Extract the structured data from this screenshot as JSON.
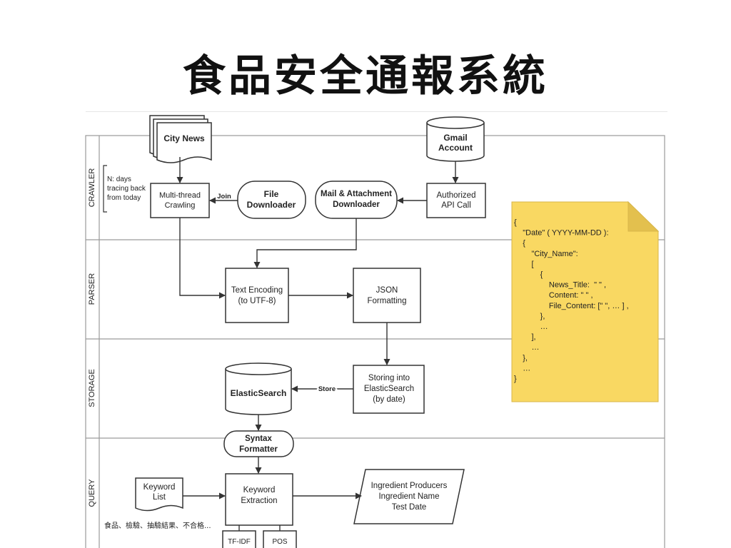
{
  "title": "食品安全通報系統",
  "lanes": [
    "CRAWLER",
    "PARSER",
    "STORAGE",
    "QUERY"
  ],
  "nodes": {
    "city_news": "City News",
    "gmail": [
      "Gmail",
      "Account"
    ],
    "n_days": [
      "N: days",
      "tracing back",
      "from today"
    ],
    "multithread": [
      "Multi-thread",
      "Crawling"
    ],
    "file_downloader": [
      "File",
      "Downloader"
    ],
    "mail_downloader": [
      "Mail & Attachment",
      "Downloader"
    ],
    "api_call": [
      "Authorized",
      "API Call"
    ],
    "text_encoding": [
      "Text Encoding",
      "(to UTF-8)"
    ],
    "json_formatting": [
      "JSON",
      "Formatting"
    ],
    "elasticsearch": "ElasticSearch",
    "storing": [
      "Storing into",
      "ElasticSearch",
      "(by date)"
    ],
    "syntax_formatter": [
      "Syntax",
      "Formatter"
    ],
    "keyword_list": [
      "Keyword",
      "List"
    ],
    "keyword_extraction": [
      "Keyword",
      "Extraction"
    ],
    "output": [
      "Ingredient Producers",
      "Ingredient Name",
      "Test Date"
    ],
    "keywords_note": "食品、檢驗、抽驗結果、不合格...",
    "tfidf": "TF-IDF",
    "pos": "POS"
  },
  "edge_labels": {
    "join": "Join",
    "store": "Store"
  },
  "json_note": [
    "{",
    "    \"Date\" ( YYYY-MM-DD ):",
    "    {",
    "        \"City_Name\":",
    "        [",
    "            {",
    "                News_Title:  \" \" ,",
    "                Content: \" \" ,",
    "                File_Content: [\" \", … ] ,",
    "            },",
    "            …",
    "        ],",
    "        …",
    "    },",
    "    …",
    "}"
  ],
  "colors": {
    "note_fill": "#f9d862",
    "note_fold": "#e3c04e",
    "note_stroke": "#d8b64a"
  }
}
